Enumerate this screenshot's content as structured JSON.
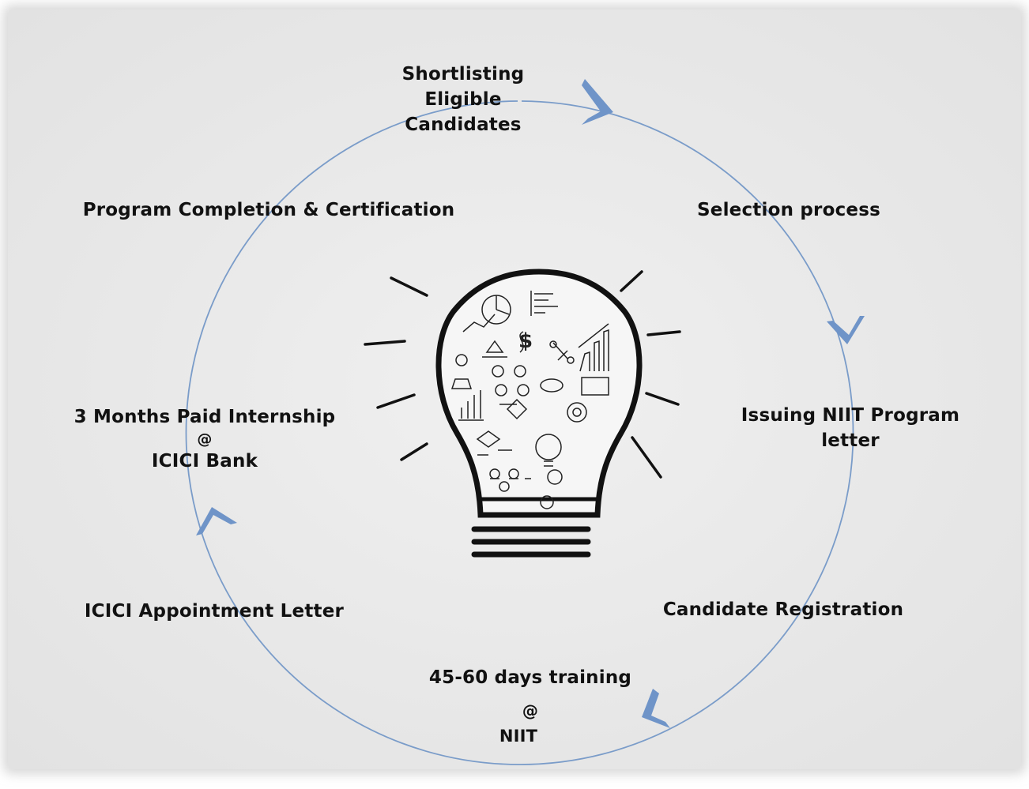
{
  "diagram": {
    "steps": [
      {
        "id": "shortlisting",
        "lines": [
          "Shortlisting",
          "Eligible",
          "Candidates"
        ]
      },
      {
        "id": "selection",
        "lines": [
          "Selection process"
        ]
      },
      {
        "id": "issuing",
        "lines": [
          "Issuing NIIT Program",
          "letter"
        ]
      },
      {
        "id": "registration",
        "lines": [
          "Candidate Registration"
        ]
      },
      {
        "id": "training",
        "lines": [
          "45-60 days training",
          "@",
          "NIIT"
        ]
      },
      {
        "id": "appointment",
        "lines": [
          "ICICI Appointment Letter"
        ]
      },
      {
        "id": "internship",
        "lines": [
          "3  Months Paid Internship",
          "@",
          "ICICI Bank"
        ]
      },
      {
        "id": "completion",
        "lines": [
          "Program Completion & Certification"
        ]
      }
    ],
    "cycle_color": "#7a9cc9",
    "arrow_color": "#6f94c8",
    "center_icon": "lightbulb-with-sketches-icon"
  }
}
